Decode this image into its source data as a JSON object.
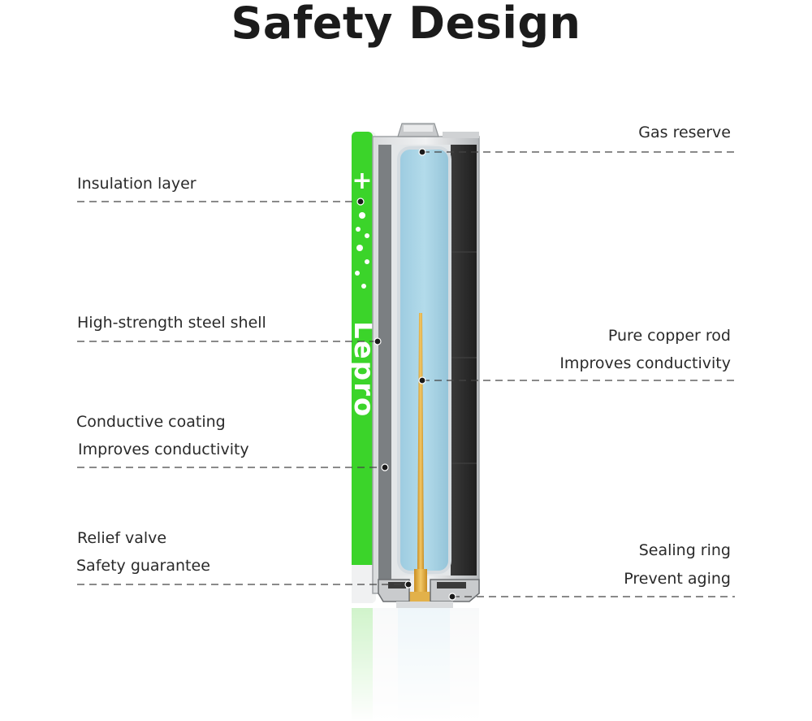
{
  "title": "Safety Design",
  "brand": "Lepro",
  "callouts": {
    "gas_reserve": {
      "line1": "Gas reserve"
    },
    "insulation_layer": {
      "line1": "Insulation layer"
    },
    "steel_shell": {
      "line1": "High-strength steel shell"
    },
    "copper_rod": {
      "line1": "Pure copper rod",
      "line2": "Improves conductivity"
    },
    "conductive_coating": {
      "line1": "Conductive coating",
      "line2": "Improves conductivity"
    },
    "relief_valve": {
      "line1": "Relief valve",
      "line2": "Safety guarantee"
    },
    "sealing_ring": {
      "line1": "Sealing ring",
      "line2": "Prevent aging"
    }
  },
  "colors": {
    "brand_green": "#3bd42a",
    "electrolyte_blue": "#a9d4e6",
    "copper": "#e2b14a",
    "core_dark": "#2c2c2c",
    "shell_grey": "#b9bcbf"
  }
}
